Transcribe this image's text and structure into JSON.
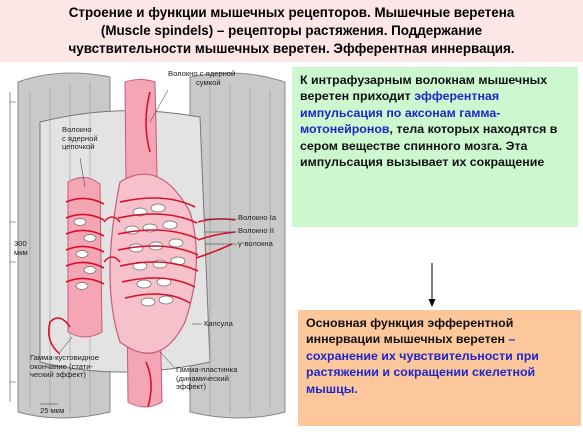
{
  "title": {
    "line1": "Строение и функции мышечных рецепторов. Мышечные веретена",
    "line2": "(Muscle spindels) – рецепторы растяжения. Поддержание",
    "line3": "чувствительности мышечных веретен. Эфферентная иннервация."
  },
  "diagram": {
    "labels": {
      "nuclear_bag": [
        "Волокно с ядерной",
        "сумкой"
      ],
      "nuclear_chain": [
        "Волокно",
        "с ядерной",
        "цепочкой"
      ],
      "scale_300": [
        "300",
        "мкм"
      ],
      "fiber_1a": "Волокно Ia",
      "fiber_2": "Волокно II",
      "gamma_fibers": "γ-волокна",
      "capsule": "Капсула",
      "gamma_bush": [
        "Гамма-кустовидное",
        "окончание (стати-",
        "ческий эффект)"
      ],
      "gamma_plate": [
        "Гамма-пластинка",
        "(динамический",
        "эффект)"
      ],
      "scale_25": "25 мкм"
    }
  },
  "top_box": {
    "t1": "К интрафузарным волокнам мышечных веретен приходит",
    "t2": "эфферентная импульсация по аксонам гамма-мотонейронов",
    "t3": ", тела которых находятся в сером веществе спинного мозга. Эта импульсация вызывает их сокращение"
  },
  "bottom_box": {
    "t1": "Основная функция эфферентной иннервации мышечных веретен",
    "t2": " – сохранение их чувствительности при растяжении и сокращении скелетной мышцы."
  },
  "colors": {
    "title_bg": "#fce6e6",
    "top_box_bg": "#ccf7cf",
    "bottom_box_bg": "#fdc79c",
    "accent_blue": "#1d27c8",
    "spindle_pink": "#f4a6b4",
    "nerve_red": "#d8102a"
  }
}
